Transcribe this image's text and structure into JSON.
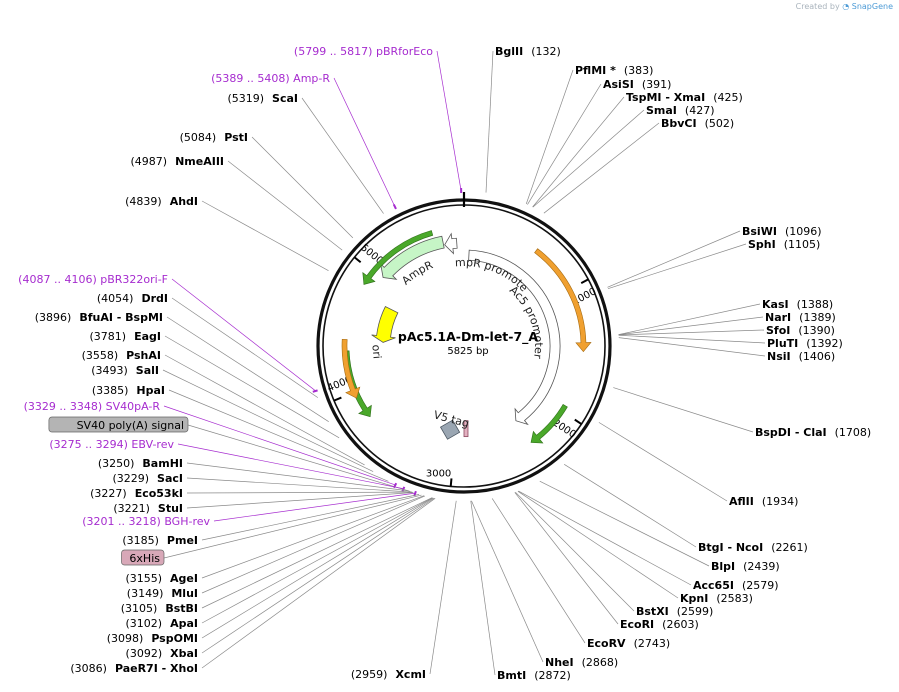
{
  "credit": {
    "prefix": "Created by",
    "brand": "SnapGene"
  },
  "plasmid": {
    "name": "pAc5.1A-Dm-let-7_A",
    "length_label": "5825 bp",
    "length": 5825
  },
  "colors": {
    "backbone": "#111111",
    "enzyme_line": "#8a8a8a",
    "primer": "#a62ccf",
    "ampr": "#c6f5c6",
    "ori": "#ffff00",
    "orange": "#f0a030",
    "green": "#4aa82a"
  },
  "ticks": [
    {
      "pos": 1000,
      "label": "1000"
    },
    {
      "pos": 2000,
      "label": "2000"
    },
    {
      "pos": 3000,
      "label": "3000"
    },
    {
      "pos": 4000,
      "label": "4000"
    },
    {
      "pos": 5000,
      "label": "5000"
    }
  ],
  "features": [
    {
      "name": "AmpR",
      "start": 5020,
      "end": 5640,
      "type": "cds",
      "color": "#c6f5c6",
      "direction": -1
    },
    {
      "name": "AmpR promoter",
      "start": 5650,
      "end": 5760,
      "type": "promoter",
      "color": "#ffffff",
      "direction": -1
    },
    {
      "name": "Ac5 promoter",
      "start": 50,
      "end": 2350,
      "type": "promoter",
      "color": "#ffffff",
      "direction": 1
    },
    {
      "name": "ori",
      "start": 4410,
      "end": 4800,
      "type": "origin",
      "color": "#ffff00",
      "direction": -1
    },
    {
      "name": "V5 tag",
      "start": 3000,
      "end": 3060,
      "type": "tag",
      "color": "#b0b8c0",
      "direction": 1
    }
  ],
  "orange_arcs": [
    {
      "start": 600,
      "end": 1500,
      "direction": 1
    },
    {
      "start": 3950,
      "end": 4420,
      "direction": -1
    }
  ],
  "green_arcs": [
    {
      "start": 4880,
      "end": 5570,
      "direction": -1
    },
    {
      "start": 3770,
      "end": 4330,
      "direction": -1
    },
    {
      "start": 1950,
      "end": 2350,
      "direction": 1
    }
  ],
  "labels_right": [
    {
      "text": "BglII",
      "pos": "(132)",
      "site": 132
    },
    {
      "text": "PflMI *",
      "pos": "(383)",
      "site": 383
    },
    {
      "text": "AsiSI",
      "pos": "(391)",
      "site": 391
    },
    {
      "text": "TspMI - XmaI",
      "pos": "(425)",
      "site": 425
    },
    {
      "text": "SmaI",
      "pos": "(427)",
      "site": 427
    },
    {
      "text": "BbvCI",
      "pos": "(502)",
      "site": 502
    },
    {
      "text": "BsiWI",
      "pos": "(1096)",
      "site": 1096
    },
    {
      "text": "SphI",
      "pos": "(1105)",
      "site": 1105
    },
    {
      "text": "KasI",
      "pos": "(1388)",
      "site": 1388
    },
    {
      "text": "NarI",
      "pos": "(1389)",
      "site": 1389
    },
    {
      "text": "SfoI",
      "pos": "(1390)",
      "site": 1390
    },
    {
      "text": "PluTI",
      "pos": "(1392)",
      "site": 1392
    },
    {
      "text": "NsiI",
      "pos": "(1406)",
      "site": 1406
    },
    {
      "text": "BspDI - ClaI",
      "pos": "(1708)",
      "site": 1708
    },
    {
      "text": "AflII",
      "pos": "(1934)",
      "site": 1934
    },
    {
      "text": "BtgI - NcoI",
      "pos": "(2261)",
      "site": 2261
    },
    {
      "text": "BlpI",
      "pos": "(2439)",
      "site": 2439
    },
    {
      "text": "Acc65I",
      "pos": "(2579)",
      "site": 2579
    },
    {
      "text": "KpnI",
      "pos": "(2583)",
      "site": 2583
    },
    {
      "text": "BstXI",
      "pos": "(2599)",
      "site": 2599
    },
    {
      "text": "EcoRI",
      "pos": "(2603)",
      "site": 2603
    },
    {
      "text": "EcoRV",
      "pos": "(2743)",
      "site": 2743
    },
    {
      "text": "NheI",
      "pos": "(2868)",
      "site": 2868
    },
    {
      "text": "BmtI",
      "pos": "(2872)",
      "site": 2872
    }
  ],
  "labels_left": [
    {
      "text": "(5799 .. 5817)  pBRforEco",
      "site": 5808,
      "kind": "primer"
    },
    {
      "text": "(5389 .. 5408)  Amp-R",
      "site": 5398,
      "kind": "primer"
    },
    {
      "text": "ScaI",
      "pos": "(5319)",
      "site": 5319
    },
    {
      "text": "PstI",
      "pos": "(5084)",
      "site": 5084
    },
    {
      "text": "NmeAIII",
      "pos": "(4987)",
      "site": 4987
    },
    {
      "text": "AhdI",
      "pos": "(4839)",
      "site": 4839
    },
    {
      "text": "(4087 .. 4106)  pBR322ori-F",
      "site": 4096,
      "kind": "primer"
    },
    {
      "text": "DrdI",
      "pos": "(4054)",
      "site": 4054
    },
    {
      "text": "BfuAI - BspMI",
      "pos": "(3896)",
      "site": 3896
    },
    {
      "text": "EagI",
      "pos": "(3781)",
      "site": 3781
    },
    {
      "text": "PshAI",
      "pos": "(3558)",
      "site": 3558
    },
    {
      "text": "SalI",
      "pos": "(3493)",
      "site": 3493
    },
    {
      "text": "HpaI",
      "pos": "(3385)",
      "site": 3385
    },
    {
      "text": "(3329 .. 3348)  SV40pA-R",
      "site": 3338,
      "kind": "primer"
    },
    {
      "text": "SV40 poly(A) signal",
      "site": 3240,
      "kind": "feature_box",
      "color": "#b4b4b4"
    },
    {
      "text": "(3275 .. 3294)  EBV-rev",
      "site": 3284,
      "kind": "primer"
    },
    {
      "text": "BamHI",
      "pos": "(3250)",
      "site": 3250
    },
    {
      "text": "SacI",
      "pos": "(3229)",
      "site": 3229
    },
    {
      "text": "Eco53kI",
      "pos": "(3227)",
      "site": 3227
    },
    {
      "text": "StuI",
      "pos": "(3221)",
      "site": 3221
    },
    {
      "text": "(3201 .. 3218)  BGH-rev",
      "site": 3209,
      "kind": "primer"
    },
    {
      "text": "PmeI",
      "pos": "(3185)",
      "site": 3185
    },
    {
      "text": "6xHis",
      "site": 3170,
      "kind": "feature_box",
      "color": "#d8a8b8"
    },
    {
      "text": "AgeI",
      "pos": "(3155)",
      "site": 3155
    },
    {
      "text": "MluI",
      "pos": "(3149)",
      "site": 3149
    },
    {
      "text": "BstBI",
      "pos": "(3105)",
      "site": 3105
    },
    {
      "text": "ApaI",
      "pos": "(3102)",
      "site": 3102
    },
    {
      "text": "PspOMI",
      "pos": "(3098)",
      "site": 3098
    },
    {
      "text": "XbaI",
      "pos": "(3092)",
      "site": 3092
    },
    {
      "text": "PaeR7I - XhoI",
      "pos": "(3086)",
      "site": 3086
    },
    {
      "text": "XcmI",
      "pos": "(2959)",
      "site": 2959
    }
  ]
}
